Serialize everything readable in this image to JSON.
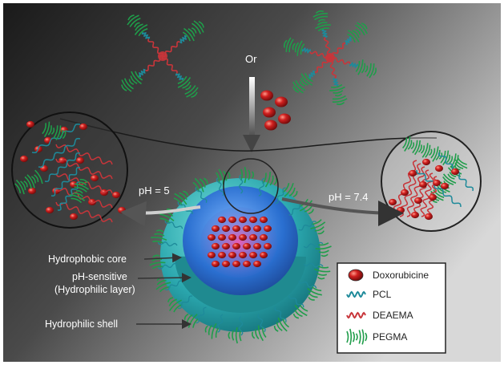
{
  "labels": {
    "or": "Or",
    "ph_acidic": "pH = 5",
    "ph_neutral": "pH = 7.4",
    "hydrophobic_core": "Hydrophobic core",
    "ph_sensitive_line1": "pH-sensitive",
    "ph_sensitive_line2": "(Hydrophilic layer)",
    "hydrophilic_shell": "Hydrophilic shell"
  },
  "legend": {
    "items": [
      {
        "label": "Doxorubicine",
        "icon": "doxorubicin-sphere-icon"
      },
      {
        "label": "PCL",
        "icon": "pcl-chain-icon"
      },
      {
        "label": "DEAEMA",
        "icon": "deaema-chain-icon"
      },
      {
        "label": "PEGMA",
        "icon": "pegma-brush-icon"
      }
    ]
  },
  "colors": {
    "doxorubicin": "#c0161b",
    "pcl": "#1e8a9a",
    "deaema": "#c8353a",
    "pegma": "#1f9d4a",
    "core": "#2a7fd0",
    "shell": "#2fb3b8",
    "background_dark": "#2b2b2b"
  }
}
